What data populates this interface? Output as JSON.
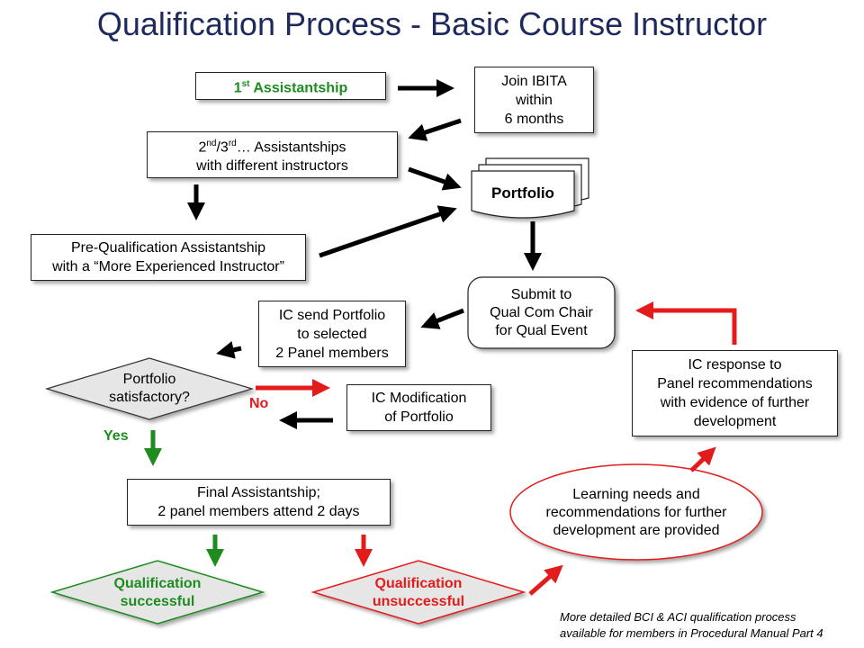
{
  "title": "Qualification Process - Basic Course Instructor",
  "nodes": {
    "first_assistantship": {
      "num": "1",
      "sup": "st",
      "rest": " Assistantship"
    },
    "join_ibita": [
      "Join IBITA",
      "within",
      "6 months"
    ],
    "further_assistantships": {
      "num1": "2",
      "sup1": "nd",
      "mid": "/3",
      "sup2": "rd",
      "rest": "… Assistantships",
      "line2": "with different instructors"
    },
    "portfolio": "Portfolio",
    "pre_qualification": [
      "Pre-Qualification Assistantship",
      "with a “More Experienced Instructor”"
    ],
    "submit": [
      "Submit to",
      "Qual Com Chair",
      "for Qual Event"
    ],
    "ic_send": [
      "IC send Portfolio",
      "to selected",
      "2 Panel members"
    ],
    "portfolio_satisfactory": [
      "Portfolio",
      "satisfactory?"
    ],
    "ic_modification": [
      "IC Modification",
      "of Portfolio"
    ],
    "ic_response": [
      "IC response to",
      "Panel recommendations",
      "with evidence of further",
      "development"
    ],
    "final_assistantship": [
      "Final Assistantship;",
      "2 panel members attend 2 days"
    ],
    "learning_needs": [
      "Learning needs and",
      "recommendations for further",
      "development are provided"
    ],
    "qual_successful": [
      "Qualification",
      "successful"
    ],
    "qual_unsuccessful": [
      "Qualification",
      "unsuccessful"
    ]
  },
  "labels": {
    "no": "No",
    "yes": "Yes"
  },
  "footnote": [
    "More detailed BCI & ACI qualification process",
    "available for members in Procedural Manual Part 4"
  ],
  "colors": {
    "title": "#1f2a5c",
    "green": "#1e8c1e",
    "red": "#e31b1b",
    "black_arrow": "#000000",
    "diamond_fill": "#e6e6e6"
  }
}
